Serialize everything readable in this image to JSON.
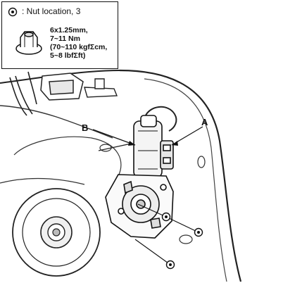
{
  "legend": {
    "symbol_icon": "nut-location-symbol-icon",
    "caption": ": Nut location, 3",
    "nut_icon": "flange-nut-icon",
    "spec_lines": [
      "6x1.25mm,",
      "7~11 Nm",
      "(70~110 kgfΣcm,",
      "5~8 lbfΣft)"
    ]
  },
  "callouts": {
    "a": "A",
    "b": "B"
  },
  "nut_markers": {
    "icon": "nut-location-symbol-icon",
    "count": 3
  }
}
